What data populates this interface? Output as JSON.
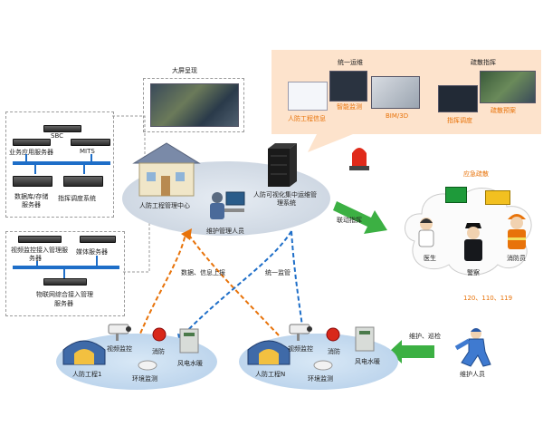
{
  "servers_top": {
    "sbc": "SBC",
    "mits": "MITS",
    "business_server": "业务应用服务器",
    "db_server_l1": "数据库/存储",
    "db_server_l2": "服务器",
    "dispatch_system": "指挥调度系统"
  },
  "servers_bottom": {
    "video_mgmt_l1": "视频监控接入管理服",
    "video_mgmt_l2": "务器",
    "media_server": "媒体服务器",
    "iot_mgmt_l1": "物联网综合接入管理",
    "iot_mgmt_l2": "服务器"
  },
  "big_screen": "大屏呈现",
  "center": {
    "building_label": "人防工程管理中心",
    "staff_label": "维护管理人员",
    "system_label_l1": "人防可视化集中运维管",
    "system_label_l2": "理系统"
  },
  "ops_panel": {
    "title": "统一运维",
    "items": [
      "人防工程信息",
      "智能监测",
      "BIM/3D"
    ]
  },
  "dispatch_panel": {
    "title": "疏散指挥",
    "items": [
      "指挥调度",
      "疏散预案"
    ]
  },
  "flows": {
    "data_upload": "数据、信息上报",
    "unified_monitor": "统一监管",
    "linkage": "联动指挥",
    "maintenance": "维护、巡检"
  },
  "emergency": {
    "title": "应急疏散",
    "doctor": "医生",
    "police": "警察",
    "firefighter": "消防员",
    "numbers": "120、110、119"
  },
  "site1": {
    "name": "人防工程1",
    "video": "视频监控",
    "fire": "消防",
    "power": "风电水暖",
    "env": "环境监测"
  },
  "siteN": {
    "name": "人防工程N",
    "video": "视频监控",
    "fire": "消防",
    "power": "风电水暖",
    "env": "环境监测"
  },
  "maint_worker": "维护人员",
  "colors": {
    "accent_orange": "#e8730a",
    "network_blue": "#1e6ec8",
    "cloud_peach": "#fde3cc",
    "arrow_green": "#3cb043"
  }
}
